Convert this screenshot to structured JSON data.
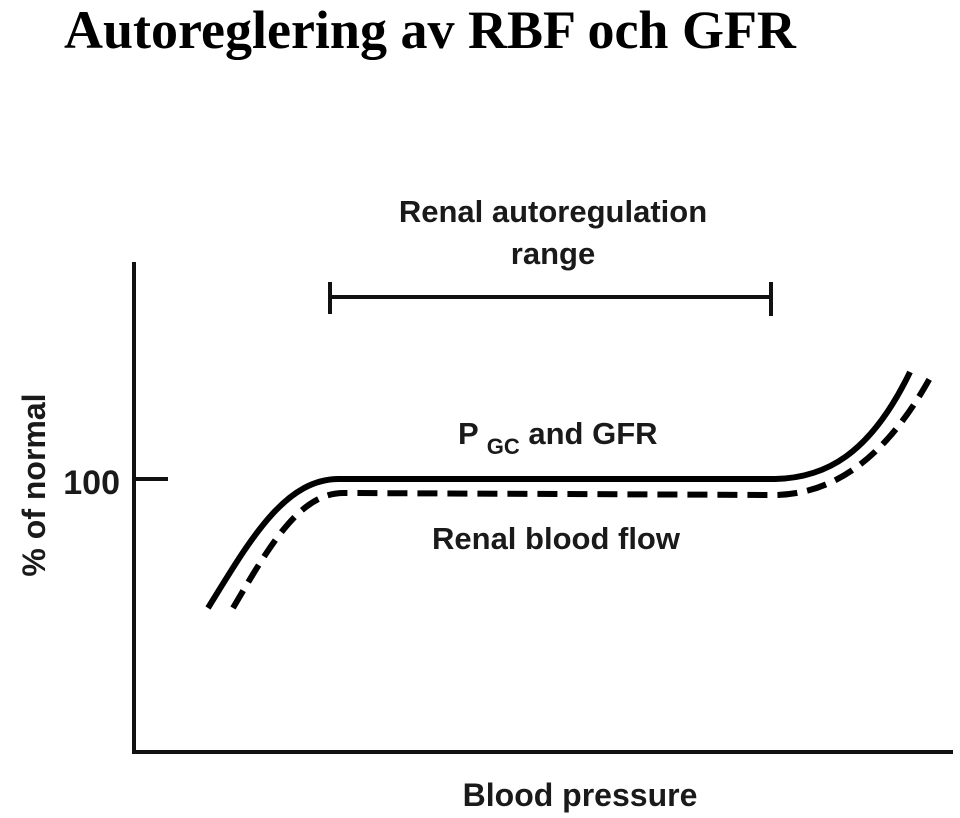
{
  "slide": {
    "title": "Autoreglering av RBF och GFR"
  },
  "chart_data": {
    "type": "line",
    "title": "",
    "xlabel": "Blood pressure",
    "ylabel": "% of normal",
    "y_ticks": [
      100
    ],
    "x_ticks": [],
    "range_annotation": {
      "line1": "Renal autoregulation",
      "line2": "range"
    },
    "series": [
      {
        "name": "PGC and GFR",
        "label_main": "P",
        "label_sub": "GC",
        "label_rest": " and GFR",
        "style": "solid",
        "color": "#000000"
      },
      {
        "name": "Renal blood flow",
        "label_main": "Renal blood flow",
        "style": "dashed",
        "color": "#000000"
      }
    ]
  }
}
